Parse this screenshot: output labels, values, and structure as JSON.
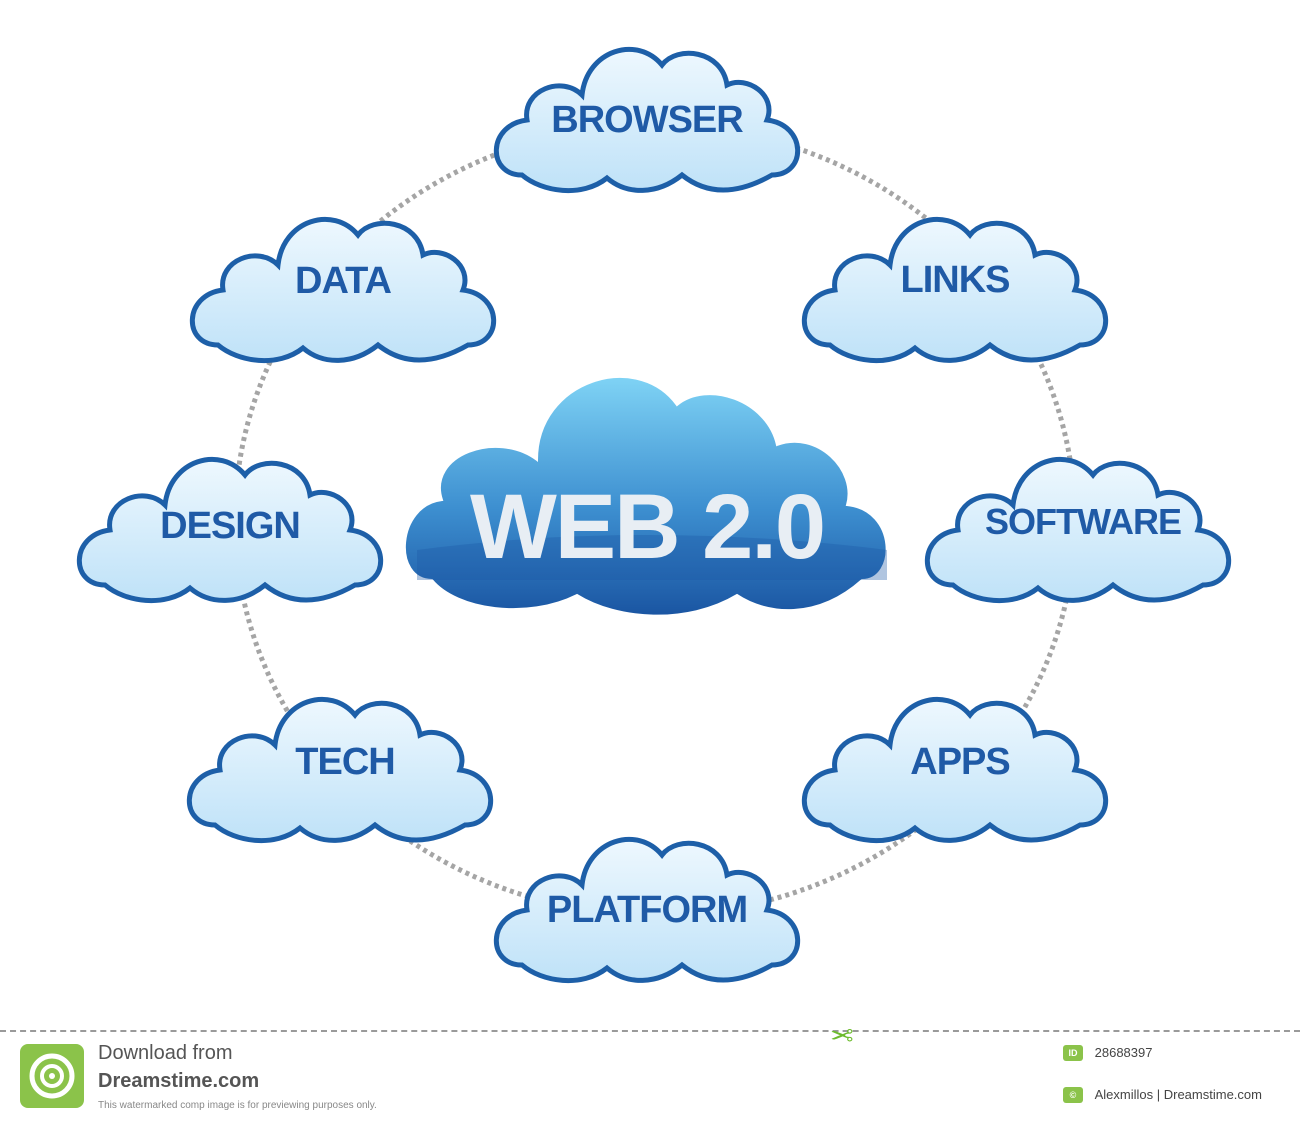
{
  "diagram": {
    "center": {
      "label": "WEB 2.0"
    },
    "nodes": [
      {
        "key": "browser",
        "label": "BROWSER"
      },
      {
        "key": "links",
        "label": "LINKS"
      },
      {
        "key": "software",
        "label": "SOFTWARE"
      },
      {
        "key": "apps",
        "label": "APPS"
      },
      {
        "key": "platform",
        "label": "PLATFORM"
      },
      {
        "key": "tech",
        "label": "TECH"
      },
      {
        "key": "design",
        "label": "DESIGN"
      },
      {
        "key": "data",
        "label": "DATA"
      }
    ],
    "colors": {
      "cloud_fill": "#cfe9fa",
      "cloud_stroke": "#1d5fa8",
      "center_fill_top": "#74cbf0",
      "center_fill_bottom": "#1d5aa5",
      "label": "#1f5aa6",
      "connector": "#a5a5a5"
    }
  },
  "footer": {
    "download_line1": "Download from",
    "download_line2": "Dreamstime.com",
    "disclaimer": "This watermarked comp image is for previewing purposes only.",
    "id_badge": "ID",
    "image_id": "28688397",
    "credit": "Alexmillos | Dreamstime.com",
    "brand_color": "#8bc34a"
  }
}
